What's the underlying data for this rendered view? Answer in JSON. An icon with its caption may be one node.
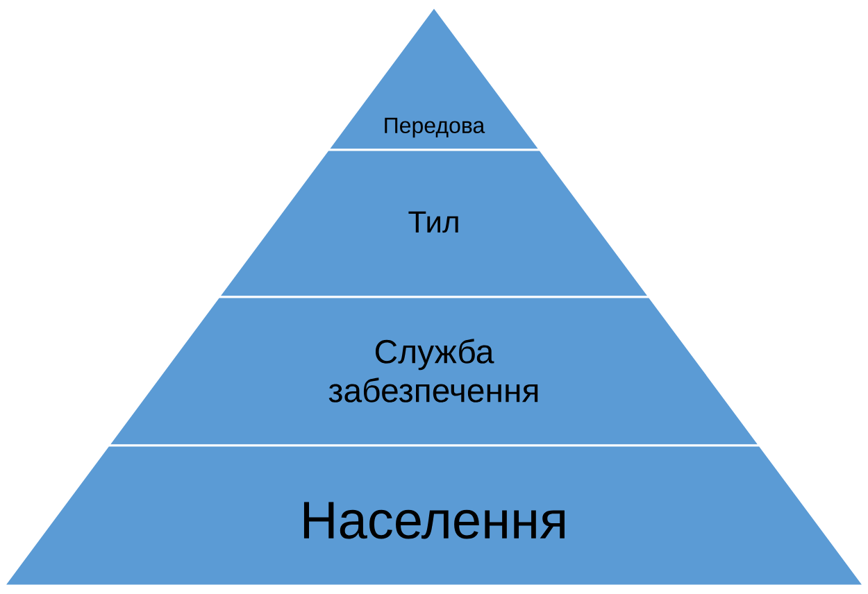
{
  "diagram": {
    "nodes": [
      {
        "text": [
          "Передова"
        ]
      },
      {
        "text": [
          "Тил"
        ]
      },
      {
        "text": [
          "Служба забезпечення"
        ]
      },
      {
        "text": [
          "Населення"
        ]
      }
    ]
  }
}
